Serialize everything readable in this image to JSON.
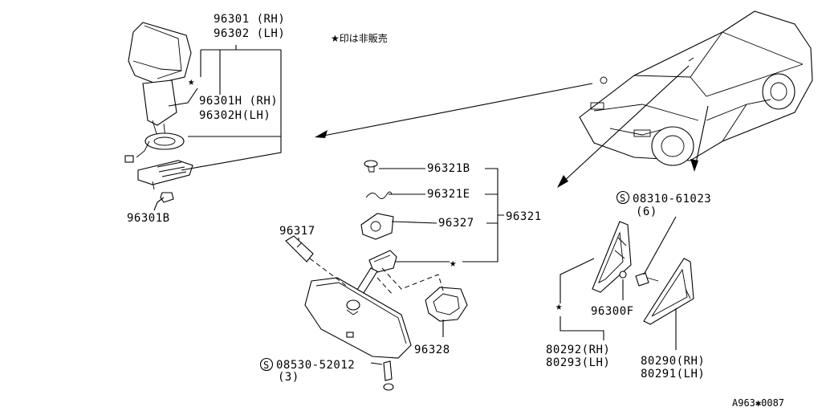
{
  "note": "★印は非販売",
  "diagram_code": "A963✱0087",
  "labels": {
    "p96301": "96301 (RH)",
    "p96302": "96302 (LH)",
    "p96301h": "96301H (RH)",
    "p96302h": "96302H(LH)",
    "p96301b": "96301B",
    "p96321b": "96321B",
    "p96321e": "96321E",
    "p96327": "96327",
    "p96321": "96321",
    "p96317": "96317",
    "p96328": "96328",
    "p08530": "08530-52012",
    "p08530_qty": "(3)",
    "p08310": "08310-61023",
    "p08310_qty": "(6)",
    "p96300f": "96300F",
    "p80292": "80292(RH)",
    "p80293": "80293(LH)",
    "p80290": "80290(RH)",
    "p80291": "80291(LH)"
  },
  "symbols": {
    "star": "★",
    "screw": "S"
  }
}
